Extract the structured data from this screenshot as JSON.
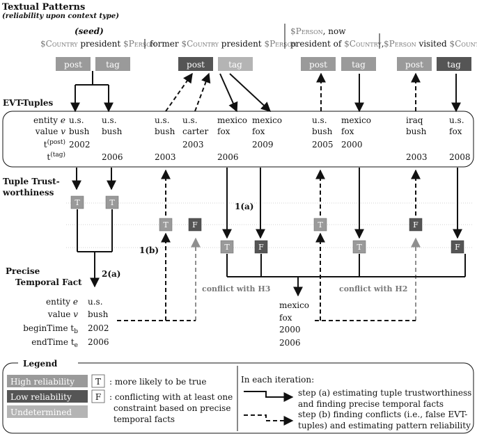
{
  "header": {
    "title": "Textual Patterns",
    "subtitle": "(reliability upon context type)"
  },
  "patterns": {
    "seed_label": "(seed)",
    "p1": {
      "pre": "$C",
      "pre_sc": "OUNTRY",
      "mid": " president ",
      "post": "$P",
      "post_sc": "ERSON"
    },
    "p2": {
      "lead": "former ",
      "a": "$C",
      "a_sc": "OUNTRY",
      "mid": " president ",
      "b": "$P",
      "b_sc": "ERSON"
    },
    "p3": {
      "a": "$P",
      "a_sc": "ERSON",
      "mid": ", now",
      "line2": "president of ",
      "b": "$C",
      "b_sc": "OUNTRY",
      "end": ","
    },
    "p4": {
      "a": "$P",
      "a_sc": "ERSON",
      "mid": " visited ",
      "b": "$C",
      "b_sc": "OUNTRY"
    }
  },
  "context_boxes": {
    "post": "post",
    "tag": "tag"
  },
  "sections": {
    "evt_tuples": "EVT-Tuples",
    "trust_line1": "Tuple Trust-",
    "trust_line2": "worthiness",
    "precise_line1": "Precise",
    "precise_line2": "Temporal Fact"
  },
  "row_labels": {
    "entity": "entity ",
    "entity_var": "e",
    "value": "value ",
    "value_var": "v",
    "t": "t",
    "post_sup": "(post)",
    "tag_sup": "(tag)"
  },
  "tuples": [
    {
      "entity": "u.s.",
      "value": "bush",
      "t_post": "2002",
      "t_tag": ""
    },
    {
      "entity": "u.s.",
      "value": "bush",
      "t_post": "",
      "t_tag": "2006"
    },
    {
      "entity": "u.s.",
      "value": "bush",
      "t_post": "",
      "t_tag": "2003"
    },
    {
      "entity": "u.s.",
      "value": "carter",
      "t_post": "2003",
      "t_tag": ""
    },
    {
      "entity": "mexico",
      "value": "fox",
      "t_post": "",
      "t_tag": "2006"
    },
    {
      "entity": "mexico",
      "value": "fox",
      "t_post": "2009",
      "t_tag": ""
    },
    {
      "entity": "u.s.",
      "value": "bush",
      "t_post": "2005",
      "t_tag": ""
    },
    {
      "entity": "mexico",
      "value": "fox",
      "t_post": "2000",
      "t_tag": ""
    },
    {
      "entity": "iraq",
      "value": "bush",
      "t_post": "",
      "t_tag": "2003"
    },
    {
      "entity": "u.s.",
      "value": "fox",
      "t_post": "",
      "t_tag": "2008"
    }
  ],
  "trust": {
    "T": "T",
    "F": "F"
  },
  "steps": {
    "s1a": "1(a)",
    "s1b": "1(b)",
    "s2a": "2(a)"
  },
  "conflicts": {
    "h3": "conflict with H3",
    "h2": "conflict with H2"
  },
  "facts": {
    "labels": {
      "entity": "entity ",
      "entity_var": "e",
      "value": "value ",
      "value_var": "v",
      "begin": "beginTime t",
      "begin_sub": "b",
      "end": "endTime t",
      "end_sub": "e"
    },
    "f1": {
      "entity": "u.s.",
      "value": "bush",
      "begin": "2002",
      "end": "2006"
    },
    "f2": {
      "entity": "mexico",
      "value": "fox",
      "begin": "2000",
      "end": "2006"
    }
  },
  "legend": {
    "title": "Legend",
    "high": "High reliability",
    "low": "Low reliability",
    "undetermined": "Undetermined",
    "t_desc": ": more likely to be true",
    "f_desc1": ": conflicting with at least one",
    "f_desc2": "constraint based on precise",
    "f_desc3": "temporal facts",
    "iter_title": "In each iteration:",
    "step_a1": "step (a) estimating tuple trustworthiness",
    "step_a2": "and finding precise temporal facts",
    "step_b1": "step (b) finding conflicts (i.e., false EVT-",
    "step_b2": "tuples) and estimating pattern reliability"
  },
  "colors": {
    "high": "#9a9a9a",
    "low": "#555555",
    "undetermined": "#b4b4b4",
    "line": "#111111",
    "dashgray": "#8f8f8f",
    "text_gray": "#7a7a7a"
  }
}
